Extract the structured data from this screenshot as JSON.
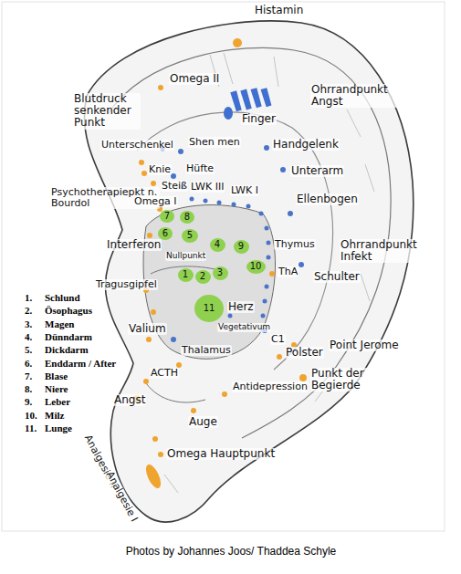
{
  "diagram": {
    "caption": "Photos by Johannes Joos/ Thaddea Schyle",
    "nodes": [
      {
        "text": [
          "7"
        ]
      },
      {
        "text": [
          "8"
        ]
      },
      {
        "text": [
          "6"
        ]
      },
      {
        "text": [
          "5"
        ]
      },
      {
        "text": [
          "4"
        ]
      },
      {
        "text": [
          "9"
        ]
      },
      {
        "text": [
          "10"
        ]
      },
      {
        "text": [
          "1"
        ]
      },
      {
        "text": [
          "2"
        ]
      },
      {
        "text": [
          "3"
        ]
      },
      {
        "text": [
          "11"
        ]
      }
    ],
    "labels": [
      "Histamin",
      "Omega II",
      "Ohrrandpunkt Angst",
      "Blutdruck senkender Punkt",
      "Finger",
      "Unterschenkel",
      "Shen men",
      "Handgelenk",
      "Knie",
      "Hüfte",
      "Unterarm",
      "Psychotherapiepkt n. Bourdol",
      "Steiß",
      "LWK III",
      "LWK I",
      "Ellenbogen",
      "Omega I",
      "Interferon",
      "Nullpunkt",
      "Thymus",
      "Ohrrandpunkt Infekt",
      "ThA",
      "Schulter",
      "Tragusgipfel",
      "Herz",
      "Vegetativum",
      "Valium",
      "C1",
      "Thalamus",
      "Polster",
      "Point Jerome",
      "ACTH",
      "Punkt der Begierde",
      "Antidepression",
      "Angst",
      "Auge",
      "Analgesie II",
      "Omega Hauptpunkt",
      "Analgesie I",
      "1.",
      "Schlund",
      "2.",
      "Ösophagus",
      "3.",
      "Magen",
      "4.",
      "Dünndarm",
      "5.",
      "Dickdarm",
      "6.",
      "Enddarm / After",
      "7.",
      "Blase",
      "8.",
      "Niere",
      "9.",
      "Leber",
      "10.",
      "Milz",
      "11.",
      "Lunge"
    ]
  }
}
